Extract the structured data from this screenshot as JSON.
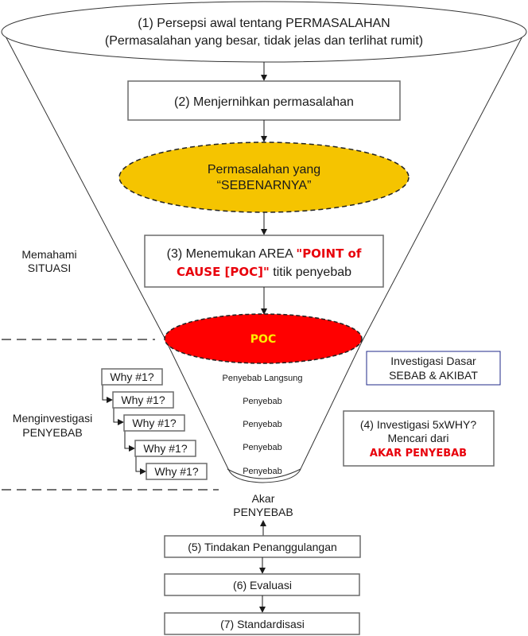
{
  "colors": {
    "highlight_ellipse": "#f5c400",
    "poc_ellipse": "#ff0000",
    "poc_text": "#ffee00",
    "emphasis_red": "#e8000b",
    "investigasi_dasar_border": "#1f2a8a"
  },
  "top_ellipse": {
    "line1": "(1) Persepsi awal tentang PERMASALAHAN",
    "line2": "(Permasalahan yang besar, tidak jelas dan terlihat rumit)"
  },
  "step2": {
    "label": "(2) Menjernihkan permasalahan"
  },
  "real_problem": {
    "line1": "Permasalahan yang",
    "line2": "“SEBENARNYA”"
  },
  "step3": {
    "line1_prefix": "(3) Menemukan AREA ",
    "line1_emph": "\"POINT of",
    "line2_emph": "CAUSE [POC]\"",
    "line2_suffix": " titik penyebab"
  },
  "poc": {
    "label": "POC"
  },
  "left_labels": {
    "memahami": [
      "Memahami",
      "SITUASI"
    ],
    "menginvestigasi": [
      "Menginvestigasi",
      "PENYEBAB"
    ]
  },
  "why_boxes": [
    "Why #1?",
    "Why #1?",
    "Why #1?",
    "Why #1?",
    "Why #1?"
  ],
  "funnel_causes": [
    "Penyebab Langsung",
    "Penyebab",
    "Penyebab",
    "Penyebab",
    "Penyebab"
  ],
  "investigasi_dasar": {
    "line1": "Investigasi Dasar",
    "line2": "SEBAB & AKIBAT"
  },
  "step4": {
    "line1": "(4) Investigasi 5xWHY?",
    "line2": "Mencari dari",
    "line3": "AKAR PENYEBAB"
  },
  "akar": {
    "line1": "Akar",
    "line2": "PENYEBAB"
  },
  "bottom_steps": [
    "(5) Tindakan Penanggulangan",
    "(6) Evaluasi",
    "(7) Standardisasi"
  ]
}
